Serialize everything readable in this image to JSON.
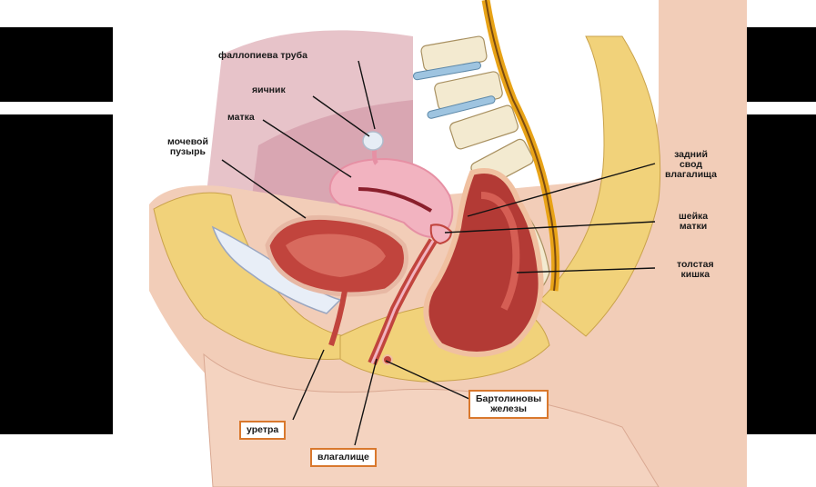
{
  "labels": {
    "fallopian_tube": "фаллопиева труба",
    "ovary": "яичник",
    "uterus": "матка",
    "bladder_1": "мочевой",
    "bladder_2": "пузырь",
    "fornix_1": "задний",
    "fornix_2": "свод",
    "fornix_3": "влагалища",
    "cervix_1": "шейка",
    "cervix_2": "матки",
    "colon_1": "толстая",
    "colon_2": "кишка",
    "bartholin_1": "Бартолиновы",
    "bartholin_2": "железы",
    "urethra": "уретра",
    "vagina": "влагалище"
  },
  "colors": {
    "skin": "#f2cdb8",
    "fat": "#f1d27a",
    "muscle": "#c1443d",
    "uterus": "#f2b3c0",
    "bone": "#f3ead0",
    "nerve": "#e8a317",
    "label_box_border": "#d9782d"
  }
}
